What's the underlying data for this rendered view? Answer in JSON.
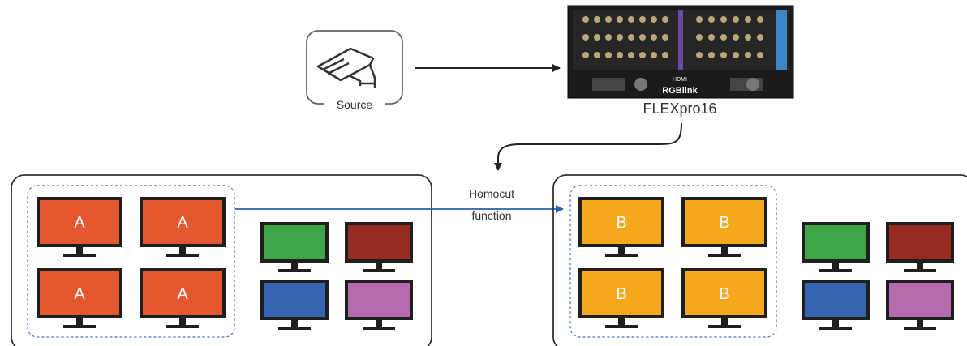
{
  "source": {
    "label": "Source",
    "icon": "cctv-camera-icon"
  },
  "device": {
    "label": "FLEXpro16",
    "brand": "RGBlink",
    "port_label": "HDMI"
  },
  "transition": {
    "line1": "Homocut",
    "line2": "function"
  },
  "colors": {
    "line": "#333333",
    "arrow_blue": "#2f5fae",
    "dashed": "#4a6fc8",
    "monitor_frame": "#1f1f1f",
    "red": "#e2572e",
    "orange": "#f5a81c",
    "green": "#3ea547",
    "darkred": "#962b22",
    "blue": "#3665b2",
    "purple": "#b56aab"
  },
  "left_group": {
    "main_label": "A",
    "main_color": "red",
    "main_screens": [
      "A",
      "A",
      "A",
      "A"
    ],
    "side_screens": [
      "green",
      "darkred",
      "blue",
      "purple"
    ]
  },
  "right_group": {
    "main_label": "B",
    "main_color": "orange",
    "main_screens": [
      "B",
      "B",
      "B",
      "B"
    ],
    "side_screens": [
      "green",
      "darkred",
      "blue",
      "purple"
    ]
  }
}
